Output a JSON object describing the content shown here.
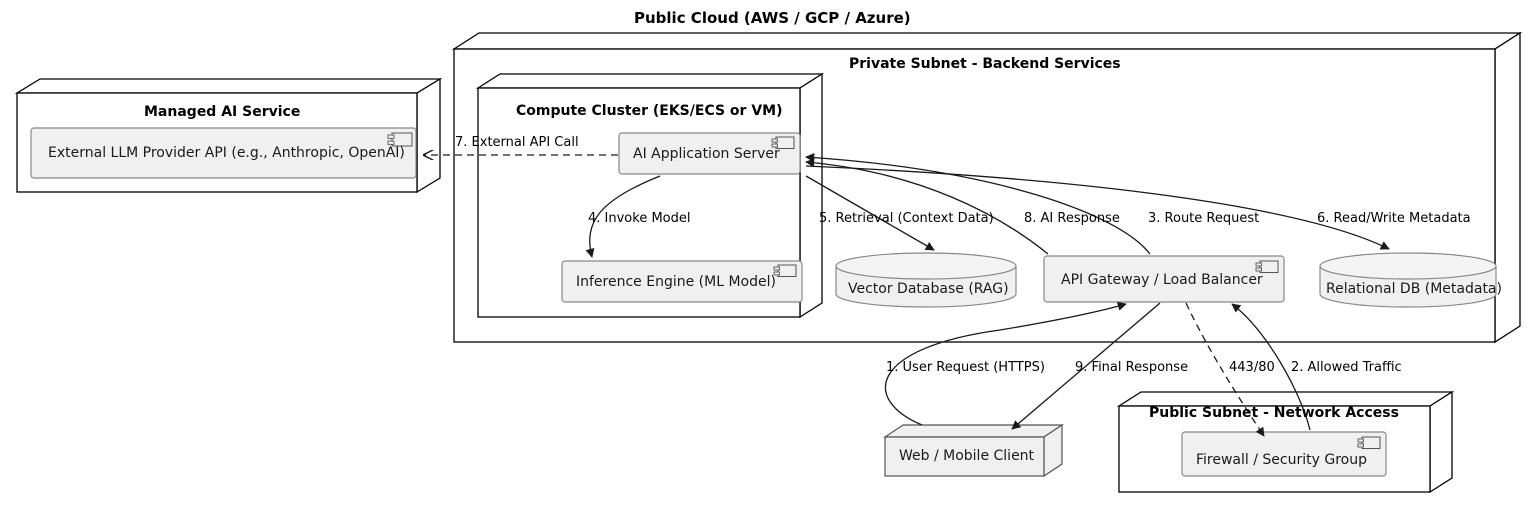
{
  "diagram": {
    "title": "Public Cloud (AWS / GCP / Azure)",
    "style": {
      "component_fill": "#F0F0F0",
      "component_stroke": "#888888",
      "node_fill": "#F0F0F0",
      "node_stroke": "#1a1a1a",
      "container_fill": "#FFFFFF",
      "container_stroke": "#000000",
      "edge_stroke": "#1a1a1a",
      "text_color": "#1a1a1a"
    }
  },
  "containers": [
    {
      "id": "managed-ai-service",
      "label": "Managed AI Service"
    },
    {
      "id": "private-subnet",
      "label": "Private Subnet - Backend Services"
    },
    {
      "id": "compute-cluster",
      "label": "Compute Cluster (EKS/ECS or VM)"
    },
    {
      "id": "public-subnet",
      "label": "Public Subnet - Network Access"
    }
  ],
  "components": [
    {
      "id": "external-llm",
      "label": "External LLM Provider API (e.g., Anthropic, OpenAI)",
      "shape": "component",
      "icon": "component-icon"
    },
    {
      "id": "ai-app-server",
      "label": "AI Application Server",
      "shape": "component",
      "icon": "component-icon"
    },
    {
      "id": "inference-engine",
      "label": "Inference Engine (ML Model)",
      "shape": "component",
      "icon": "component-icon"
    },
    {
      "id": "api-gateway",
      "label": "API Gateway / Load Balancer",
      "shape": "component",
      "icon": "component-icon"
    },
    {
      "id": "firewall",
      "label": "Firewall / Security Group",
      "shape": "component",
      "icon": "component-icon"
    }
  ],
  "databases": [
    {
      "id": "vector-db",
      "label": "Vector Database (RAG)",
      "shape": "cylinder"
    },
    {
      "id": "relational-db",
      "label": "Relational DB (Metadata)",
      "shape": "cylinder"
    }
  ],
  "nodes": [
    {
      "id": "web-client",
      "label": "Web / Mobile Client",
      "shape": "node-3d"
    }
  ],
  "edges": [
    {
      "id": "e1",
      "label": "1. User Request (HTTPS)",
      "from": "web-client",
      "to": "api-gateway",
      "style": "solid"
    },
    {
      "id": "e2",
      "label": "2. Allowed Traffic",
      "from": "firewall",
      "to": "api-gateway",
      "style": "solid"
    },
    {
      "id": "e3",
      "label": "3. Route Request",
      "from": "api-gateway",
      "to": "ai-app-server",
      "style": "solid"
    },
    {
      "id": "e4",
      "label": "4. Invoke Model",
      "from": "ai-app-server",
      "to": "inference-engine",
      "style": "solid"
    },
    {
      "id": "e5",
      "label": "5. Retrieval (Context Data)",
      "from": "ai-app-server",
      "to": "vector-db",
      "style": "solid"
    },
    {
      "id": "e6",
      "label": "6. Read/Write Metadata",
      "from": "ai-app-server",
      "to": "relational-db",
      "style": "solid"
    },
    {
      "id": "e7",
      "label": "7. External API Call",
      "from": "ai-app-server",
      "to": "external-llm",
      "style": "dashed"
    },
    {
      "id": "e8",
      "label": "8. AI Response",
      "from": "ai-app-server",
      "to": "api-gateway",
      "style": "solid"
    },
    {
      "id": "e9",
      "label": "9. Final Response",
      "from": "api-gateway",
      "to": "web-client",
      "style": "solid"
    },
    {
      "id": "e10",
      "label": "443/80",
      "from": "api-gateway",
      "to": "firewall",
      "style": "dashed"
    }
  ]
}
